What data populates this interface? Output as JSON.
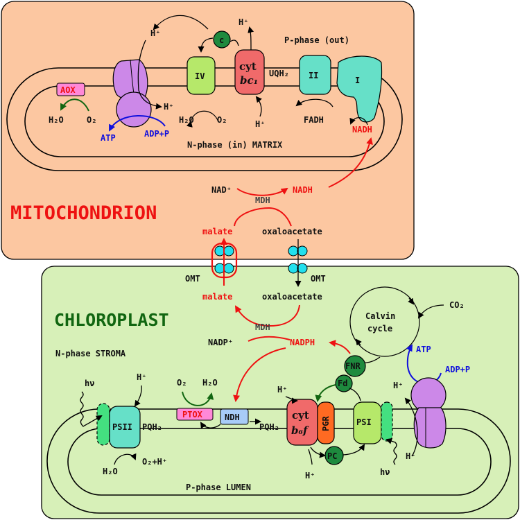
{
  "colors": {
    "mito_bg": "#fcc7a1",
    "chloro_bg": "#d7f0b8",
    "red": "#ee1111",
    "blue": "#1010dd",
    "darkgreen": "#116611",
    "purple": "#cc88e8",
    "teal": "#66e0c8",
    "lime": "#b6e86a",
    "salmon": "#f06a6a",
    "cyan": "#22e0ee",
    "pink": "#ff88d8",
    "lightblue": "#a8ccf8",
    "orange": "#ff6a22"
  },
  "mito": {
    "title": "MITOCHONDRION",
    "pphase": "P-phase (out)",
    "nphase": "N-phase (in) MATRIX",
    "hplus": "H⁺",
    "c": "c",
    "iv": "IV",
    "cyt": "cyt",
    "bc1": "bc₁",
    "uqh2": "UQH₂",
    "ii": "II",
    "i": "I",
    "aox": "AOX",
    "h2o": "H₂O",
    "o2": "O₂",
    "atp": "ATP",
    "adp": "ADP+P",
    "fadh": "FADH",
    "nadh": "NADH",
    "nadplus": "NAD⁺",
    "mdh": "MDH",
    "nadh2": "NADH",
    "malate": "malate",
    "oxaloacetate": "oxaloacetate"
  },
  "transport": {
    "omt_left": "OMT",
    "omt_right": "OMT"
  },
  "chloro": {
    "title": "CHLOROPLAST",
    "malate": "malate",
    "oxaloacetate": "oxaloacetate",
    "mdh": "MDH",
    "nadp": "NADP⁺",
    "nadph": "NADPH",
    "stroma": "N-phase STROMA",
    "calvin1": "Calvin",
    "calvin2": "cycle",
    "co2": "CO₂",
    "atp": "ATP",
    "adp": "ADP+P",
    "fnr": "FNR",
    "fd": "Fd",
    "hplus": "H⁺",
    "hv": "hν",
    "psii": "PSII",
    "pqh2": "PQH₂",
    "o2": "O₂",
    "h2o": "H₂O",
    "ptox": "PTOX",
    "ndh": "NDH",
    "cyt": "cyt",
    "b6f": "b₆f",
    "pgr": "PGR",
    "psi": "PSI",
    "pc": "PC",
    "o2h": "O₂+H⁺",
    "lumen": "P-phase LUMEN"
  }
}
